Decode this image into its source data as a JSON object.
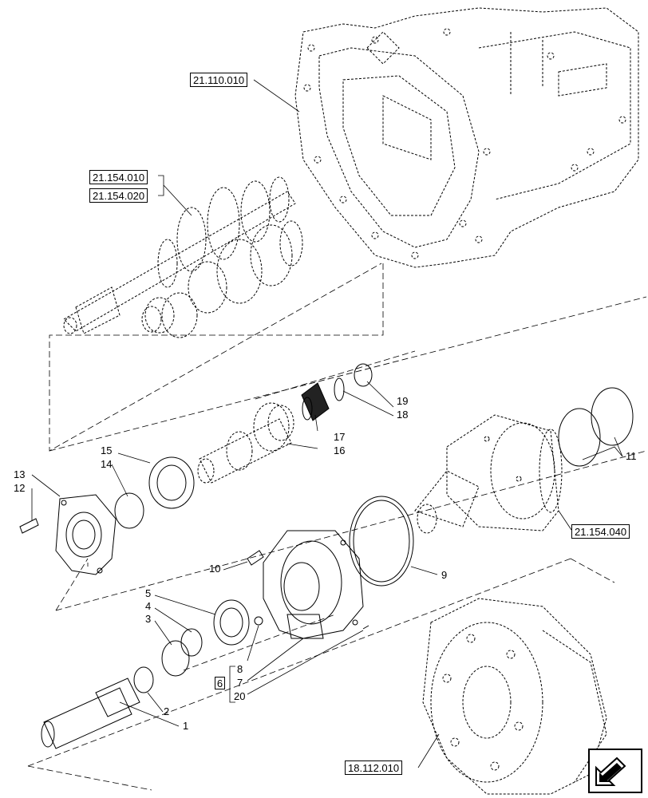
{
  "refs": {
    "r21_110_010": "21.110.010",
    "r21_154_010": "21.154.010",
    "r21_154_020": "21.154.020",
    "r21_154_040": "21.154.040",
    "r18_112_010": "18.112.010"
  },
  "parts": {
    "p1": "1",
    "p2": "2",
    "p3": "3",
    "p4": "4",
    "p5": "5",
    "p6": "6",
    "p7": "7",
    "p8": "8",
    "p9": "9",
    "p10": "10",
    "p11": "11",
    "p12": "12",
    "p13": "13",
    "p14": "14",
    "p15": "15",
    "p16": "16",
    "p17": "17",
    "p18": "18",
    "p19": "19",
    "p20": "20"
  },
  "icons": {
    "nav": "next-page-arrow-icon"
  }
}
